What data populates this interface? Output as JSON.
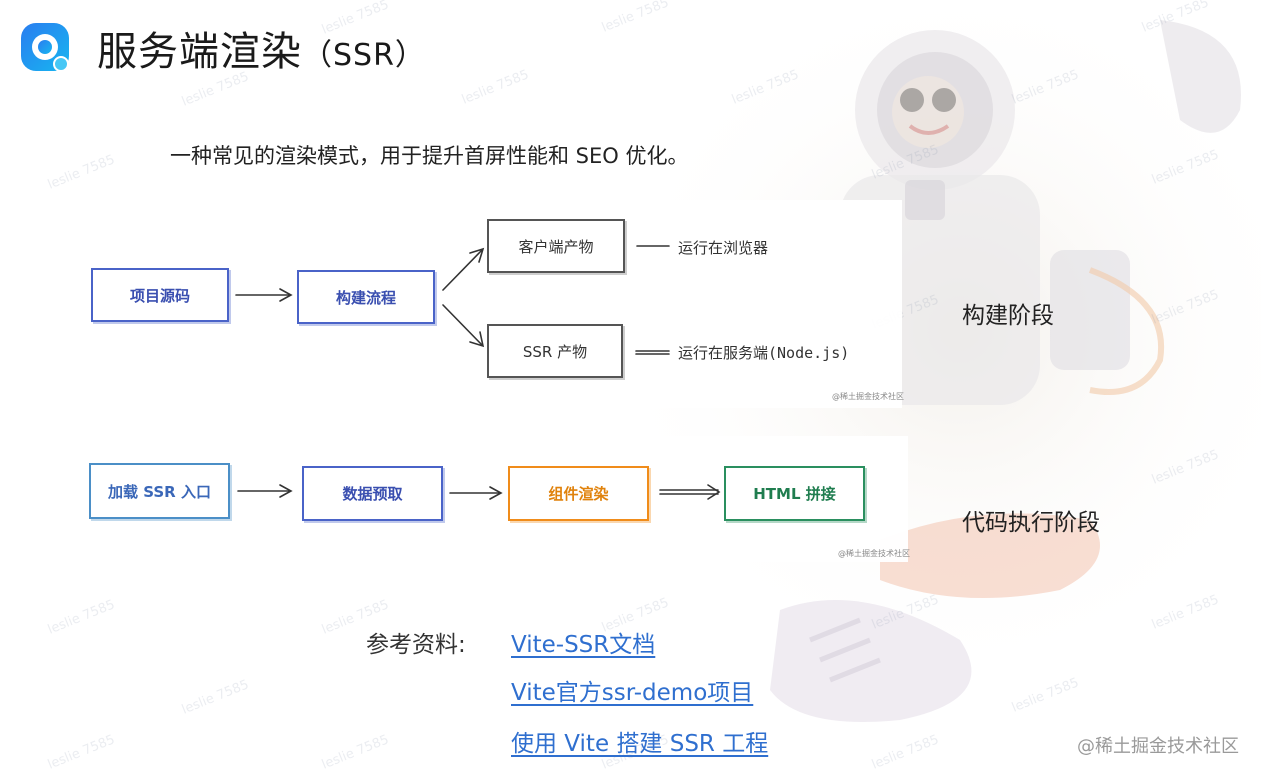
{
  "header": {
    "title_main": "服务端渲染",
    "title_paren": "（SSR）"
  },
  "subtitle": "一种常见的渲染模式，用于提升首屏性能和 SEO 优化。",
  "watermark": "leslie 7585",
  "build_diagram": {
    "source_box": "项目源码",
    "build_box": "构建流程",
    "client_box": "客户端产物",
    "ssr_box": "SSR 产物",
    "client_note": "运行在浏览器",
    "ssr_note": "运行在服务端(Node.js)",
    "credit": "@稀土掘金技术社区"
  },
  "exec_diagram": {
    "steps": [
      "加载 SSR 入口",
      "数据预取",
      "组件渲染",
      "HTML 拼接"
    ],
    "credit": "@稀土掘金技术社区"
  },
  "stages": {
    "build": "构建阶段",
    "exec": "代码执行阶段"
  },
  "references": {
    "label": "参考资料:",
    "links": [
      "Vite-SSR文档",
      "Vite官方ssr-demo项目",
      "使用 Vite 搭建 SSR 工程"
    ]
  },
  "footer_credit": "@稀土掘金技术社区",
  "colors": {
    "accent_blue": "#4a63c8",
    "orange": "#f08c1a",
    "green": "#2a8f5f",
    "link": "#2f6fcf"
  }
}
